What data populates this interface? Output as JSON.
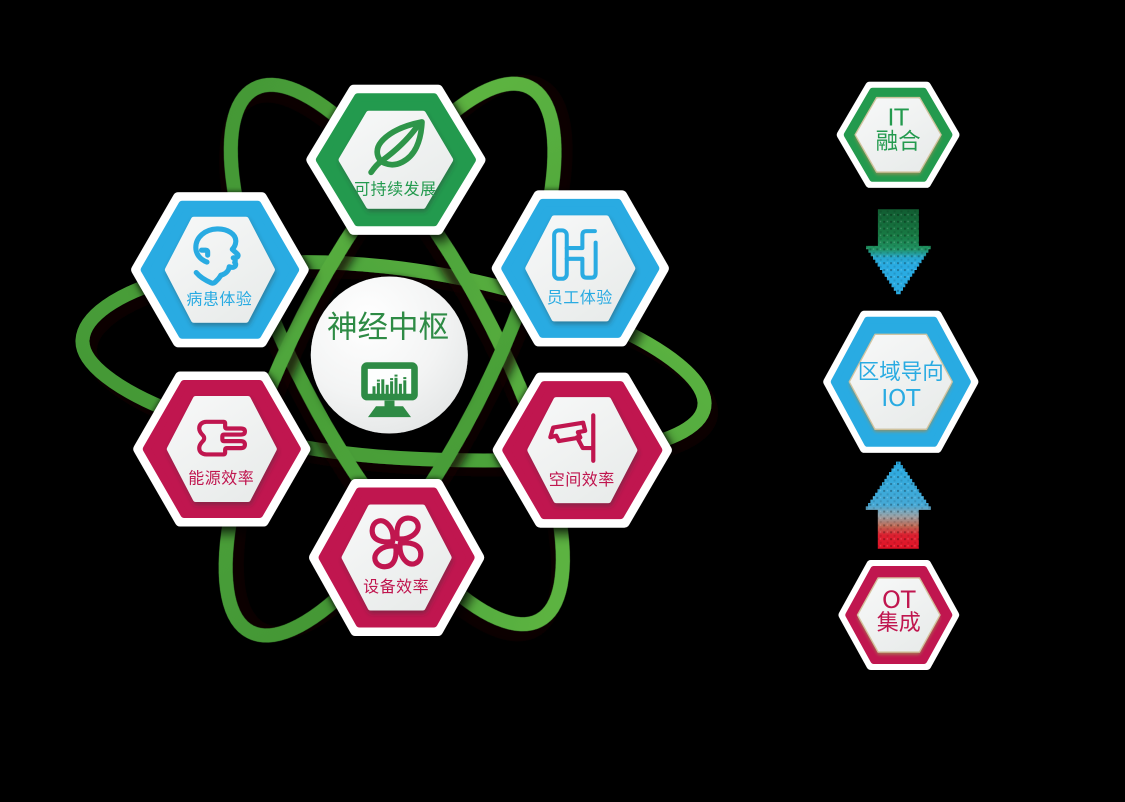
{
  "diagram": {
    "background": "#000000",
    "center_hub": {
      "label": "神经中枢",
      "icon": "monitor-chart-icon",
      "color": "#2E8B45"
    },
    "nodes": [
      {
        "id": "sustainability",
        "label": "可持续发展",
        "color": "#239A4E",
        "icon": "leaf-icon",
        "position": "top"
      },
      {
        "id": "patient-experience",
        "label": "病患体验",
        "color": "#29ABE2",
        "icon": "head-profile-icon",
        "position": "upper-left"
      },
      {
        "id": "employee-experience",
        "label": "员工体验",
        "color": "#29ABE2",
        "icon": "letter-h-icon",
        "position": "upper-right"
      },
      {
        "id": "energy-efficiency",
        "label": "能源效率",
        "color": "#C0164F",
        "icon": "power-plug-icon",
        "position": "lower-left"
      },
      {
        "id": "space-efficiency",
        "label": "空间效率",
        "color": "#C0164F",
        "icon": "cctv-camera-icon",
        "position": "lower-right"
      },
      {
        "id": "equipment-efficiency",
        "label": "设备效率",
        "color": "#C0164F",
        "icon": "fan-icon",
        "position": "bottom"
      }
    ],
    "orbit_color": "#4CA33A",
    "flow": {
      "it": {
        "line1": "IT",
        "line2": "融合",
        "color": "#239A4E"
      },
      "iot": {
        "line1": "区域导向",
        "line2": "IOT",
        "color": "#29ABE2"
      },
      "ot": {
        "line1": "OT",
        "line2": "集成",
        "color": "#C0164F"
      },
      "arrow_down": {
        "from_color": "#115C31",
        "to_color": "#29ABE2",
        "direction": "down"
      },
      "arrow_up": {
        "from_color": "#29ABE2",
        "to_color": "#E01125",
        "direction": "up"
      }
    }
  }
}
